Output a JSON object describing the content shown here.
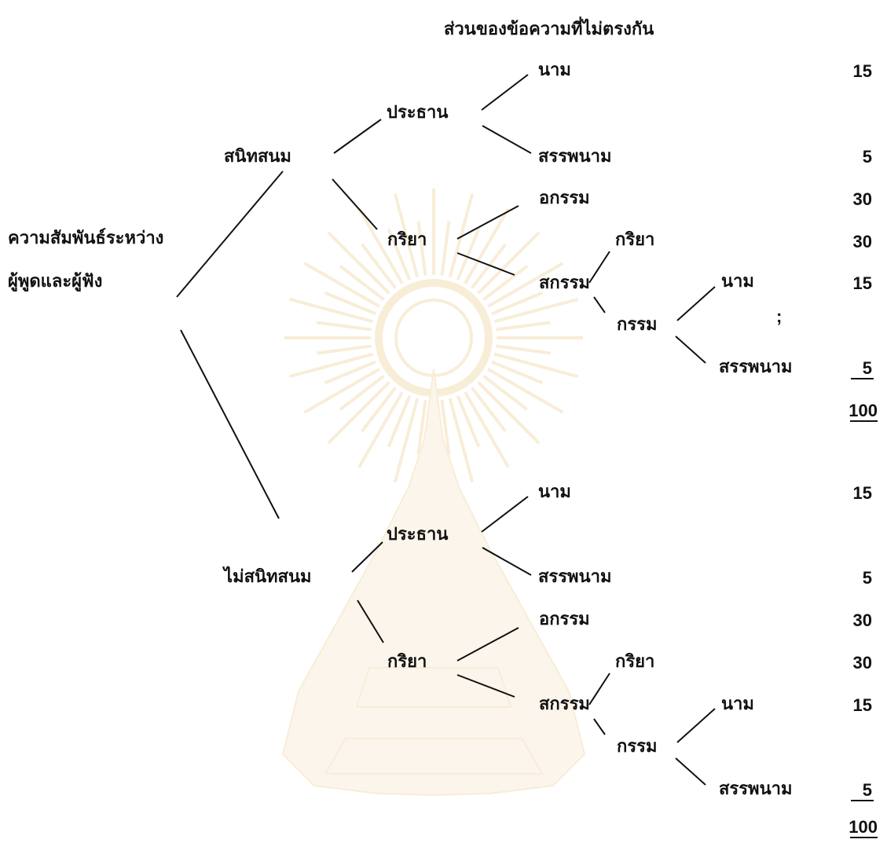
{
  "header": "ส่วนของข้อความที่ไม่ตรงกัน",
  "root": {
    "line1": "ความสัมพันธ์ระหว่าง",
    "line2": "ผู้พูดและผู้ฟัง"
  },
  "groups": [
    {
      "label": "สนิทสนม",
      "subject": {
        "label": "ประธาน",
        "noun": "นาม",
        "pronoun": "สรรพนาม"
      },
      "verb": {
        "label": "กริยา",
        "intransitive": "อกรรม",
        "transitive": {
          "label": "สกรรม",
          "verb": "กริยา",
          "object": {
            "label": "กรรม",
            "noun": "นาม",
            "pronoun": "สรรพนาม"
          }
        }
      },
      "values": [
        "15",
        "5",
        "30",
        "30",
        "15",
        "5"
      ],
      "total": "100"
    },
    {
      "label": "ไม่สนิทสนม",
      "subject": {
        "label": "ประธาน",
        "noun": "นาม",
        "pronoun": "สรรพนาม"
      },
      "verb": {
        "label": "กริยา",
        "intransitive": "อกรรม",
        "transitive": {
          "label": "สกรรม",
          "verb": "กริยา",
          "object": {
            "label": "กรรม",
            "noun": "นาม",
            "pronoun": "สรรพนาม"
          }
        }
      },
      "values": [
        "15",
        "5",
        "30",
        "30",
        "15",
        "5"
      ],
      "total": "100"
    }
  ]
}
